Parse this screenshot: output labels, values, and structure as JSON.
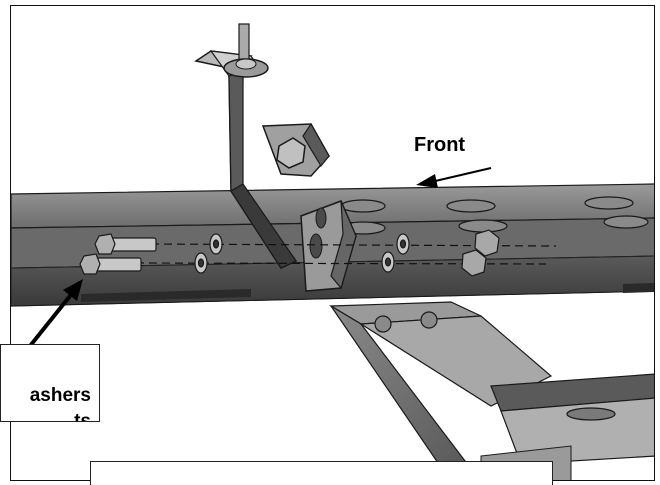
{
  "labels": {
    "front": "Front",
    "callout_line1": "ashers",
    "callout_line2": "ts"
  },
  "icons": {
    "direction_arrow": "arrow-left-icon",
    "pointer_arrow": "arrow-up-right-icon"
  },
  "colors": {
    "metal_dark": "#4a4a4a",
    "metal_mid": "#7a7a7a",
    "metal_light": "#b8b8b8",
    "outline": "#1a1a1a"
  }
}
